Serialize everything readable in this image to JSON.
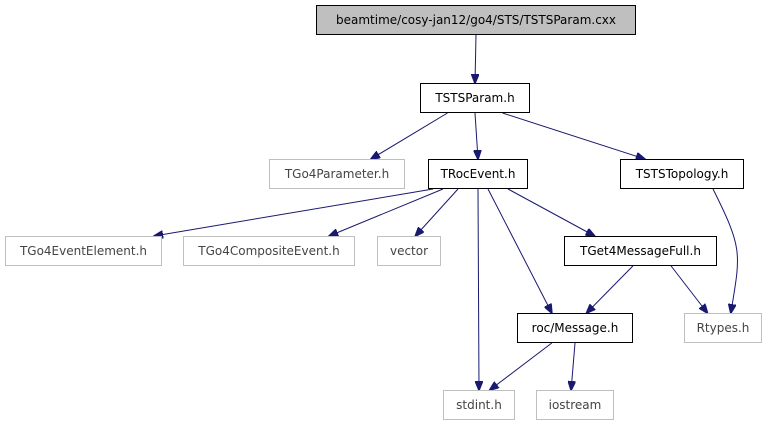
{
  "diagram": {
    "edge_color": "#191970",
    "nodes": {
      "root": {
        "label": "beamtime/cosy-jan12/go4/STS/TSTSParam.cxx",
        "style": "root"
      },
      "tstsparam_h": {
        "label": "TSTSParam.h",
        "style": "primary"
      },
      "tgo4parameter": {
        "label": "TGo4Parameter.h",
        "style": "external"
      },
      "trocevent": {
        "label": "TRocEvent.h",
        "style": "primary"
      },
      "tststopology": {
        "label": "TSTSTopology.h",
        "style": "primary"
      },
      "tgo4eventelement": {
        "label": "TGo4EventElement.h",
        "style": "external"
      },
      "tgo4composite": {
        "label": "TGo4CompositeEvent.h",
        "style": "external"
      },
      "vector": {
        "label": "vector",
        "style": "external"
      },
      "tget4message": {
        "label": "TGet4MessageFull.h",
        "style": "primary"
      },
      "rtypes": {
        "label": "Rtypes.h",
        "style": "external"
      },
      "roc_message": {
        "label": "roc/Message.h",
        "style": "primary"
      },
      "stdint": {
        "label": "stdint.h",
        "style": "external"
      },
      "iostream": {
        "label": "iostream",
        "style": "external"
      }
    },
    "edges": [
      [
        "root",
        "tstsparam_h"
      ],
      [
        "tstsparam_h",
        "tgo4parameter"
      ],
      [
        "tstsparam_h",
        "trocevent"
      ],
      [
        "tstsparam_h",
        "tststopology"
      ],
      [
        "trocevent",
        "tgo4eventelement"
      ],
      [
        "trocevent",
        "tgo4composite"
      ],
      [
        "trocevent",
        "vector"
      ],
      [
        "trocevent",
        "tget4message"
      ],
      [
        "trocevent",
        "roc_message"
      ],
      [
        "trocevent",
        "stdint"
      ],
      [
        "tststopology",
        "rtypes"
      ],
      [
        "tget4message",
        "roc_message"
      ],
      [
        "tget4message",
        "rtypes"
      ],
      [
        "roc_message",
        "stdint"
      ],
      [
        "roc_message",
        "iostream"
      ]
    ]
  }
}
